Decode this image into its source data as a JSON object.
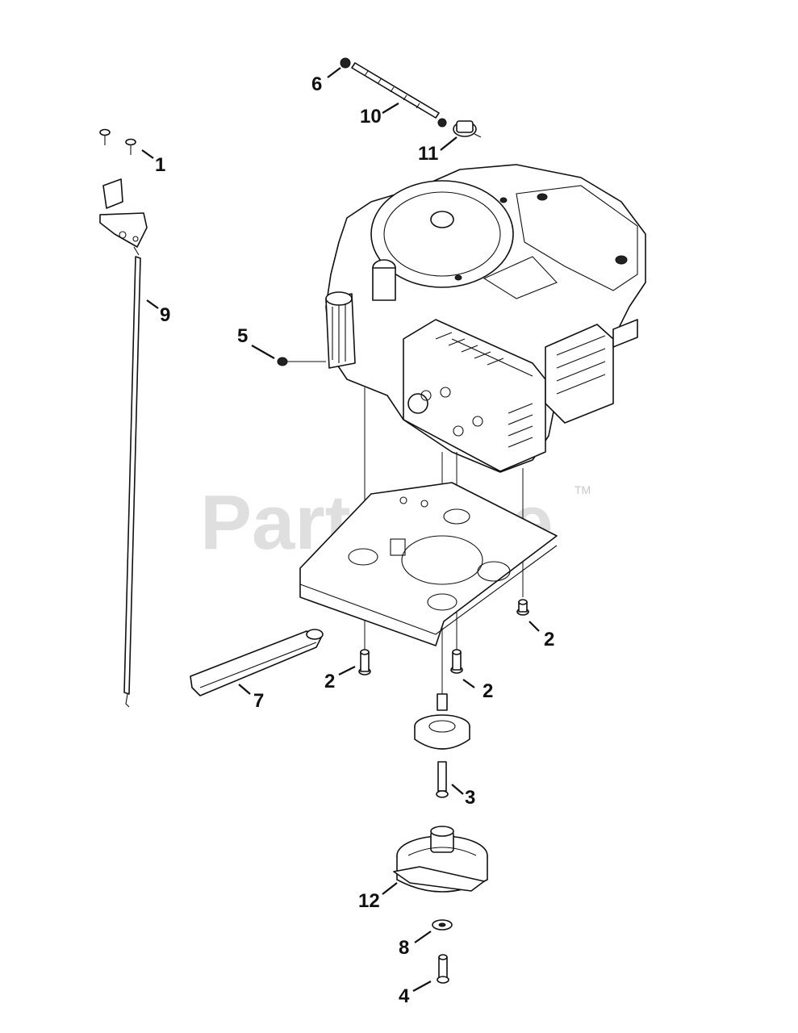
{
  "watermark": {
    "text": "PartsTree",
    "trademark": "TM"
  },
  "callouts": {
    "c1": "1",
    "c2a": "2",
    "c2b": "2",
    "c2c": "2",
    "c3": "3",
    "c4": "4",
    "c5": "5",
    "c6": "6",
    "c7": "7",
    "c8": "8",
    "c9": "9",
    "c10": "10",
    "c11": "11",
    "c12": "12"
  }
}
